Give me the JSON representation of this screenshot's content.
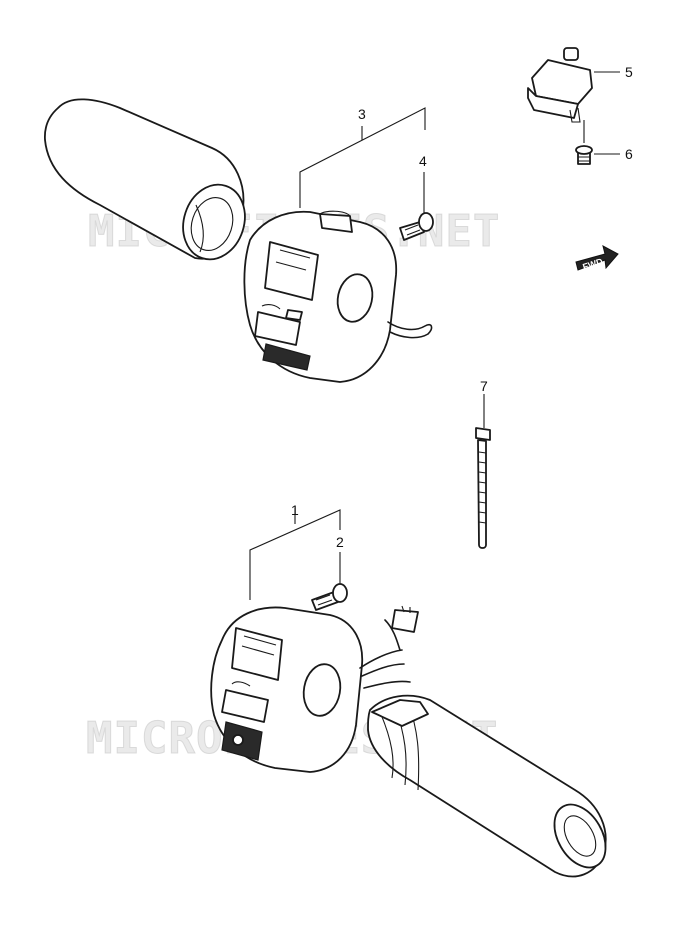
{
  "watermark": "MICROFICHES.NET",
  "fwd_label": "FWD",
  "callouts": {
    "c1": "1",
    "c2": "2",
    "c3": "3",
    "c4": "4",
    "c5": "5",
    "c6": "6",
    "c7": "7"
  }
}
